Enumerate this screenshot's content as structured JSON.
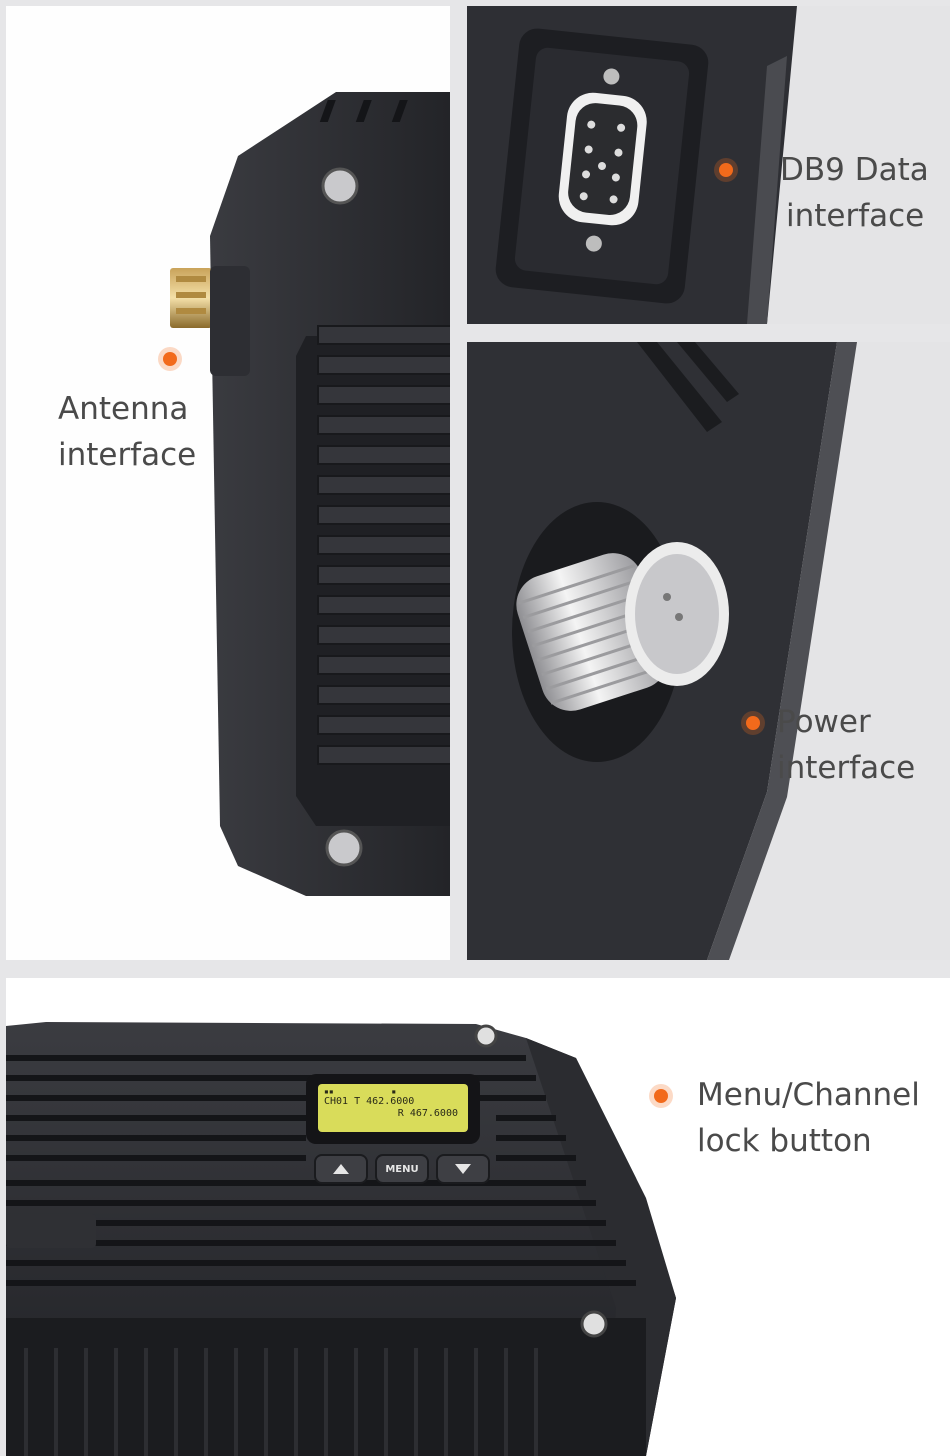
{
  "callouts": {
    "antenna": {
      "line1": "Antenna",
      "line2": "interface"
    },
    "db9": {
      "line1": "DB9 Data",
      "line2": "interface"
    },
    "power": {
      "line1": "Power",
      "line2": "interface"
    },
    "menu": {
      "line1": "Menu/Channel",
      "line2": "lock button"
    }
  },
  "lcd": {
    "row1": "CH01 T 462.6000",
    "row2": "R 467.6000"
  },
  "buttons": {
    "menu_label": "MENU"
  },
  "colors": {
    "accent_dot": "#f26a1b",
    "panel_bg": "#ffffff",
    "device_body": "#2b2c30",
    "lcd_screen": "#d9dc5a"
  },
  "icons": [
    "up-arrow-icon",
    "down-arrow-icon"
  ]
}
